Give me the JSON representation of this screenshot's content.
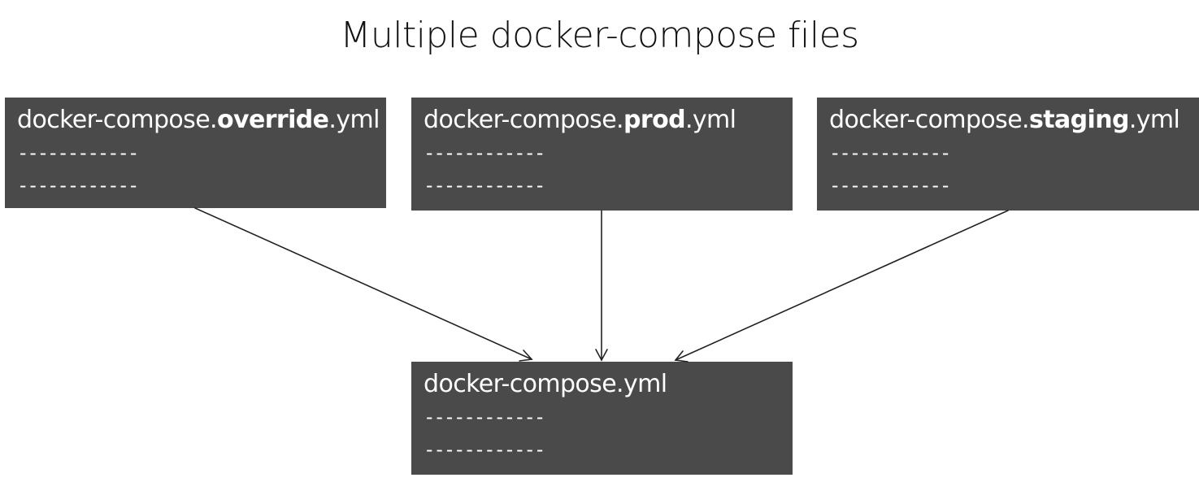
{
  "title": "Multiple docker-compose files",
  "files": {
    "override": {
      "prefix": "docker-compose.",
      "emphasis": "override",
      "suffix": ".yml",
      "line1": "------------",
      "line2": "------------"
    },
    "prod": {
      "prefix": "docker-compose.",
      "emphasis": "prod",
      "suffix": ".yml",
      "line1": "------------",
      "line2": "------------"
    },
    "staging": {
      "prefix": "docker-compose.",
      "emphasis": "staging",
      "suffix": ".yml",
      "line1": "------------",
      "line2": "------------"
    },
    "base": {
      "name": "docker-compose.yml",
      "line1": "------------",
      "line2": "------------"
    }
  },
  "colors": {
    "box_fill": "#4a4a4a",
    "box_text": "#ffffff",
    "arrow": "#222222",
    "title": "#111111"
  }
}
